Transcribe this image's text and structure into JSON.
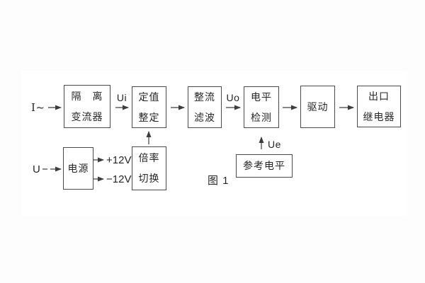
{
  "figure": {
    "caption": "图 1",
    "colors": {
      "background": "#fdfdfd",
      "panel": "#ffffff",
      "line": "#3d3d3d",
      "text": "#262626"
    }
  },
  "blocks": {
    "isolation": {
      "line1": "隔　离",
      "line2": "变流器"
    },
    "setting": {
      "line1": "定值",
      "line2": "整定"
    },
    "rectifier_filter": {
      "line1": "整流",
      "line2": "滤波"
    },
    "level_detect": {
      "line1": "电平",
      "line2": "检测"
    },
    "drive": {
      "label": "驱动"
    },
    "output_relay": {
      "line1": "出口",
      "line2": "继电器"
    },
    "power": {
      "label": "电源"
    },
    "ratio_switch": {
      "line1": "倍率",
      "line2": "切换"
    },
    "reference_level": {
      "label": "参考电平"
    }
  },
  "signals": {
    "input_current": "I~",
    "input_voltage": "U",
    "ui": "Ui",
    "uo": "Uo",
    "ue": "Ue",
    "plus_12v": "+12V",
    "minus_12v": "−12V"
  }
}
